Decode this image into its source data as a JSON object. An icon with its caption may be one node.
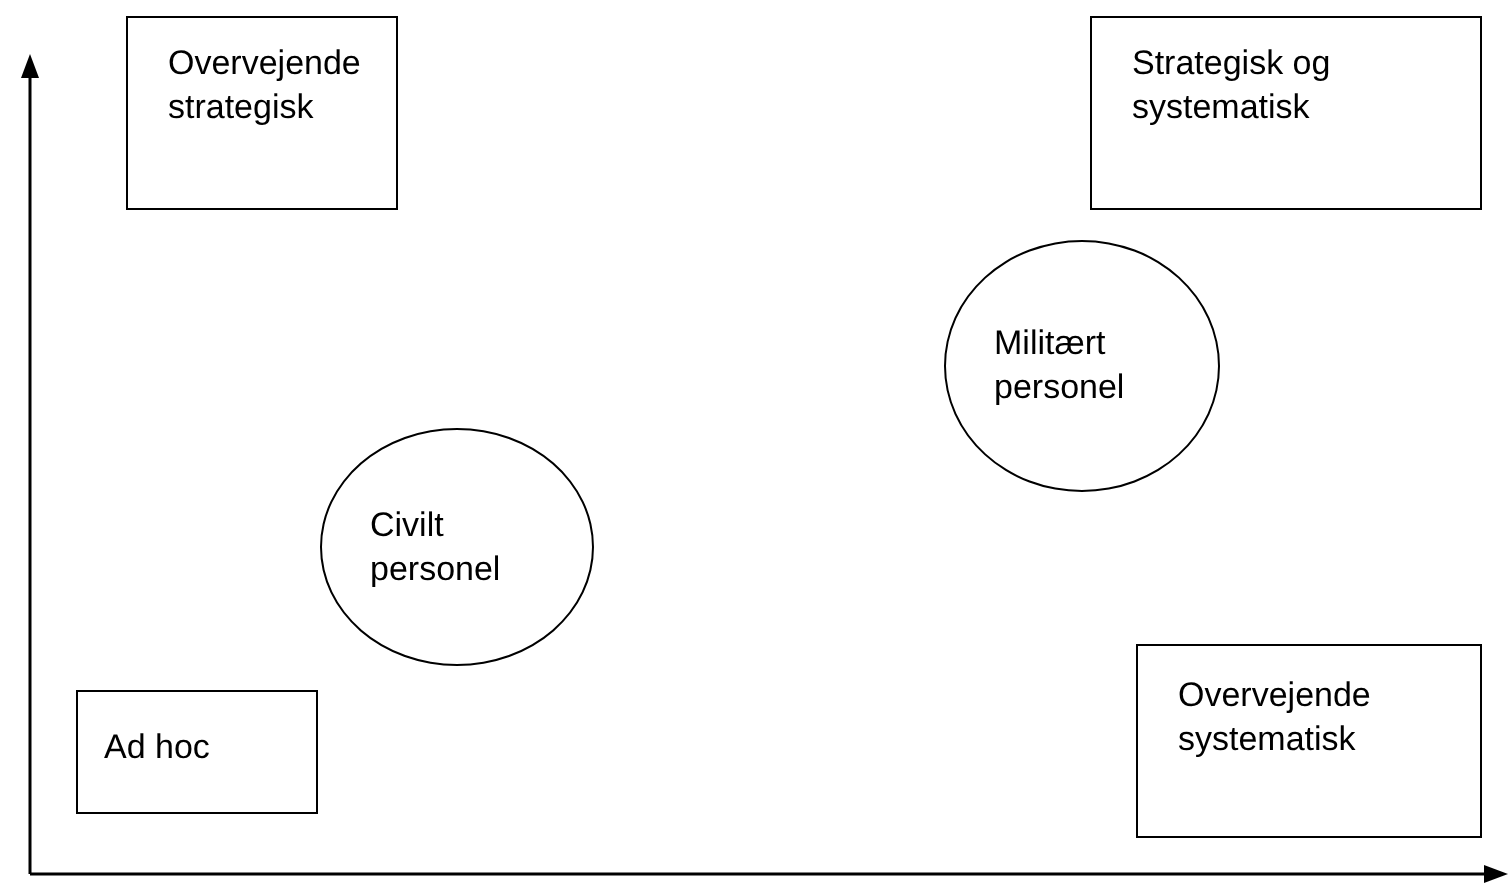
{
  "diagram": {
    "nodes": [
      {
        "text": [
          "Overvejende strategisk"
        ]
      },
      {
        "text": [
          "Strategisk og systematisk"
        ]
      },
      {
        "text": [
          "Militært personel"
        ]
      },
      {
        "text": [
          "Civilt personel"
        ]
      },
      {
        "text": [
          "Overvejende systematisk"
        ]
      },
      {
        "text": [
          "Ad hoc"
        ]
      }
    ]
  }
}
